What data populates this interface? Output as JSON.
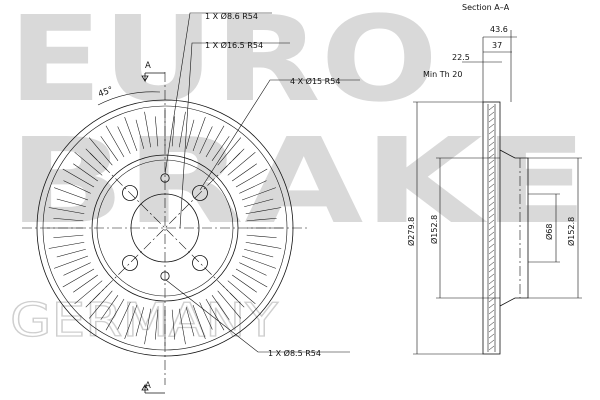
{
  "watermark": {
    "line1": "EURO",
    "line2": "BRAKE",
    "line3": "GERMANY"
  },
  "front_view": {
    "angle_label": "45°",
    "section_marker_top": "A",
    "section_marker_bottom": "A",
    "callouts": {
      "hole_small_top": "1 X Ø8.6  R54",
      "hole_center_pin": "1 X Ø16.5  R54",
      "bolt_holes": "4 X Ø15   R54",
      "hole_small_bottom": "1 X Ø8.5    R54"
    }
  },
  "section_view": {
    "title": "Section A–A",
    "dim_total_height": "43.6",
    "dim_width": "37",
    "dim_offset": "22.5",
    "min_thickness": "Min Th 20",
    "dia_outer": "Ø279.8",
    "dia_hat": "Ø152.8",
    "dia_center": "Ø68",
    "dia_hat_right": "Ø152.8"
  },
  "colors": {
    "line": "#111111",
    "watermark": "#d9d9d9"
  }
}
